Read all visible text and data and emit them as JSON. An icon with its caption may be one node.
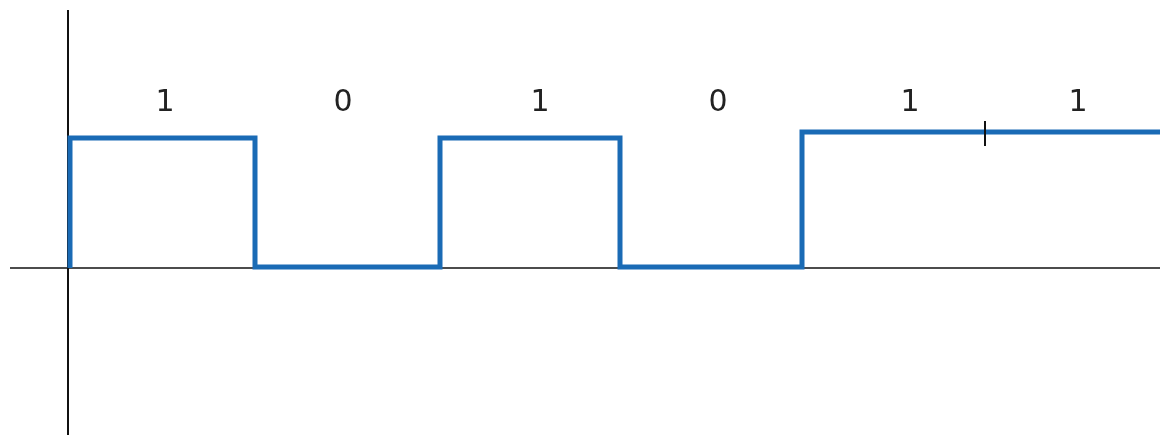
{
  "diagram": {
    "labels": [
      "1",
      "0",
      "1",
      "0",
      "1",
      "1"
    ]
  }
}
